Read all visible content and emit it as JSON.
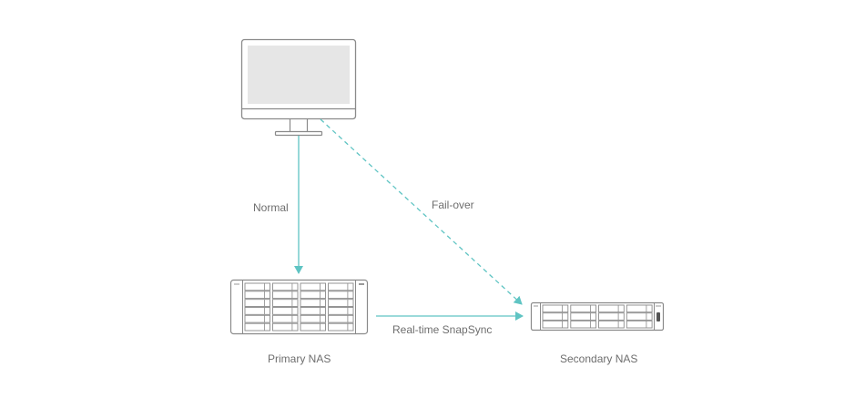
{
  "diagram": {
    "nodes": {
      "client": {
        "label": "",
        "icon": "monitor-icon"
      },
      "primary": {
        "label": "Primary NAS",
        "icon": "rack-nas-4u-icon",
        "drive_rows": 6,
        "drive_cols": 4
      },
      "secondary": {
        "label": "Secondary NAS",
        "icon": "rack-nas-2u-icon",
        "drive_rows": 3,
        "drive_cols": 4
      }
    },
    "edges": [
      {
        "from": "client",
        "to": "primary",
        "label": "Normal",
        "style": "solid"
      },
      {
        "from": "client",
        "to": "secondary",
        "label": "Fail-over",
        "style": "dashed"
      },
      {
        "from": "primary",
        "to": "secondary",
        "label": "Real-time SnapSync",
        "style": "solid"
      }
    ],
    "colors": {
      "connector": "#5fc4c3",
      "device_stroke": "#8a8a8a",
      "screen_fill": "#e6e6e6",
      "label_text": "#6e6e6e"
    }
  }
}
